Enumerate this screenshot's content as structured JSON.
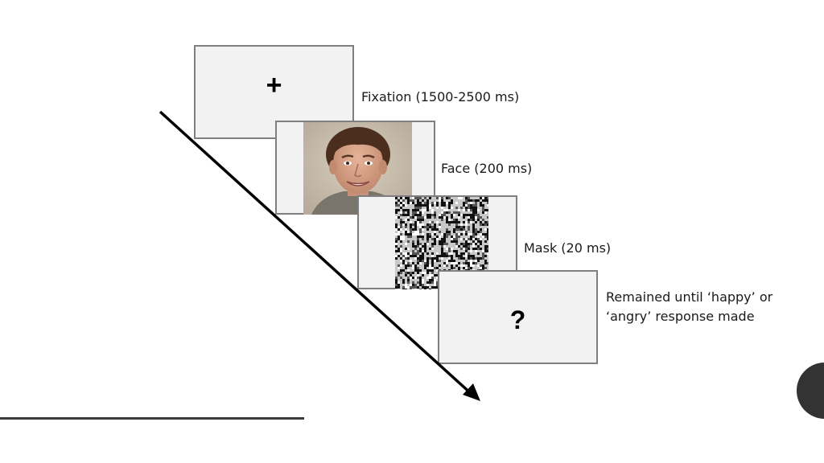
{
  "frames": [
    {
      "id": "fixation",
      "symbol": "+",
      "label": "Fixation (1500-2500 ms)"
    },
    {
      "id": "face",
      "symbol": "",
      "label": "Face (200 ms)"
    },
    {
      "id": "mask",
      "symbol": "",
      "label": "Mask (20 ms)"
    },
    {
      "id": "response",
      "symbol": "?",
      "label": "Remained until ‘happy’ or ‘angry’ response made"
    }
  ],
  "colors": {
    "frame_fill": "#f2f2f2",
    "frame_border": "#7f7f7f",
    "arrow": "#000000",
    "rule": "#3a3a3a",
    "circle": "#333333"
  },
  "icons": {
    "face_image": "face-photo-icon",
    "mask_image": "noise-mask-icon",
    "arrow": "time-arrow-icon"
  }
}
